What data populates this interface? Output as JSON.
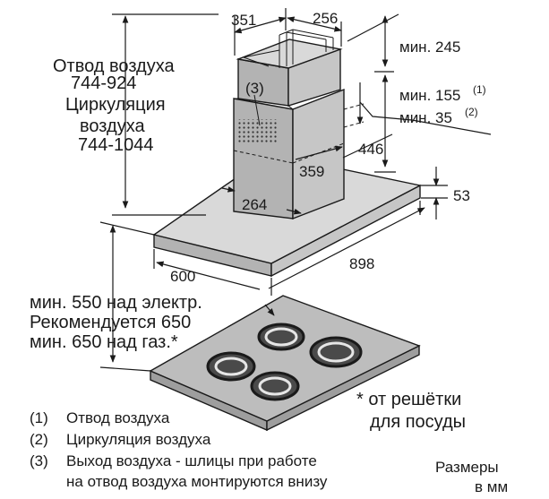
{
  "dimensions": {
    "top_width": "351",
    "top_depth": "256",
    "min_245": "мин. 245",
    "min_155": "мин. 155",
    "sup_1": "(1)",
    "min_35": "мин. 35",
    "sup_2": "(2)",
    "h_446": "446",
    "chimney_depth": "359",
    "chimney_width": "264",
    "canopy_thickness": "53",
    "canopy_depth": "600",
    "canopy_width": "898"
  },
  "callout": "(3)",
  "height_labels": {
    "exhaust_title": "Отвод воздуха",
    "exhaust_range": "744-924",
    "recirc_title_1": "Циркуляция",
    "recirc_title_2": "воздуха",
    "recirc_range": "744-1044"
  },
  "clearance": {
    "line1": "мин. 550 над электр.",
    "line2": "Рекомендуется 650",
    "line3": "мин. 650 над газ.*"
  },
  "footnote": {
    "line1": "* от решётки",
    "line2": "для посуды"
  },
  "legend": [
    {
      "num": "(1)",
      "text": "Отвод воздуха"
    },
    {
      "num": "(2)",
      "text": "Циркуляция воздуха"
    },
    {
      "num": "(3)",
      "text": "Выход воздуха - шлицы при работе"
    },
    {
      "num": "",
      "text": "на отвод воздуха монтируются внизу"
    }
  ],
  "units": {
    "line1": "Размеры",
    "line2": "в мм"
  }
}
